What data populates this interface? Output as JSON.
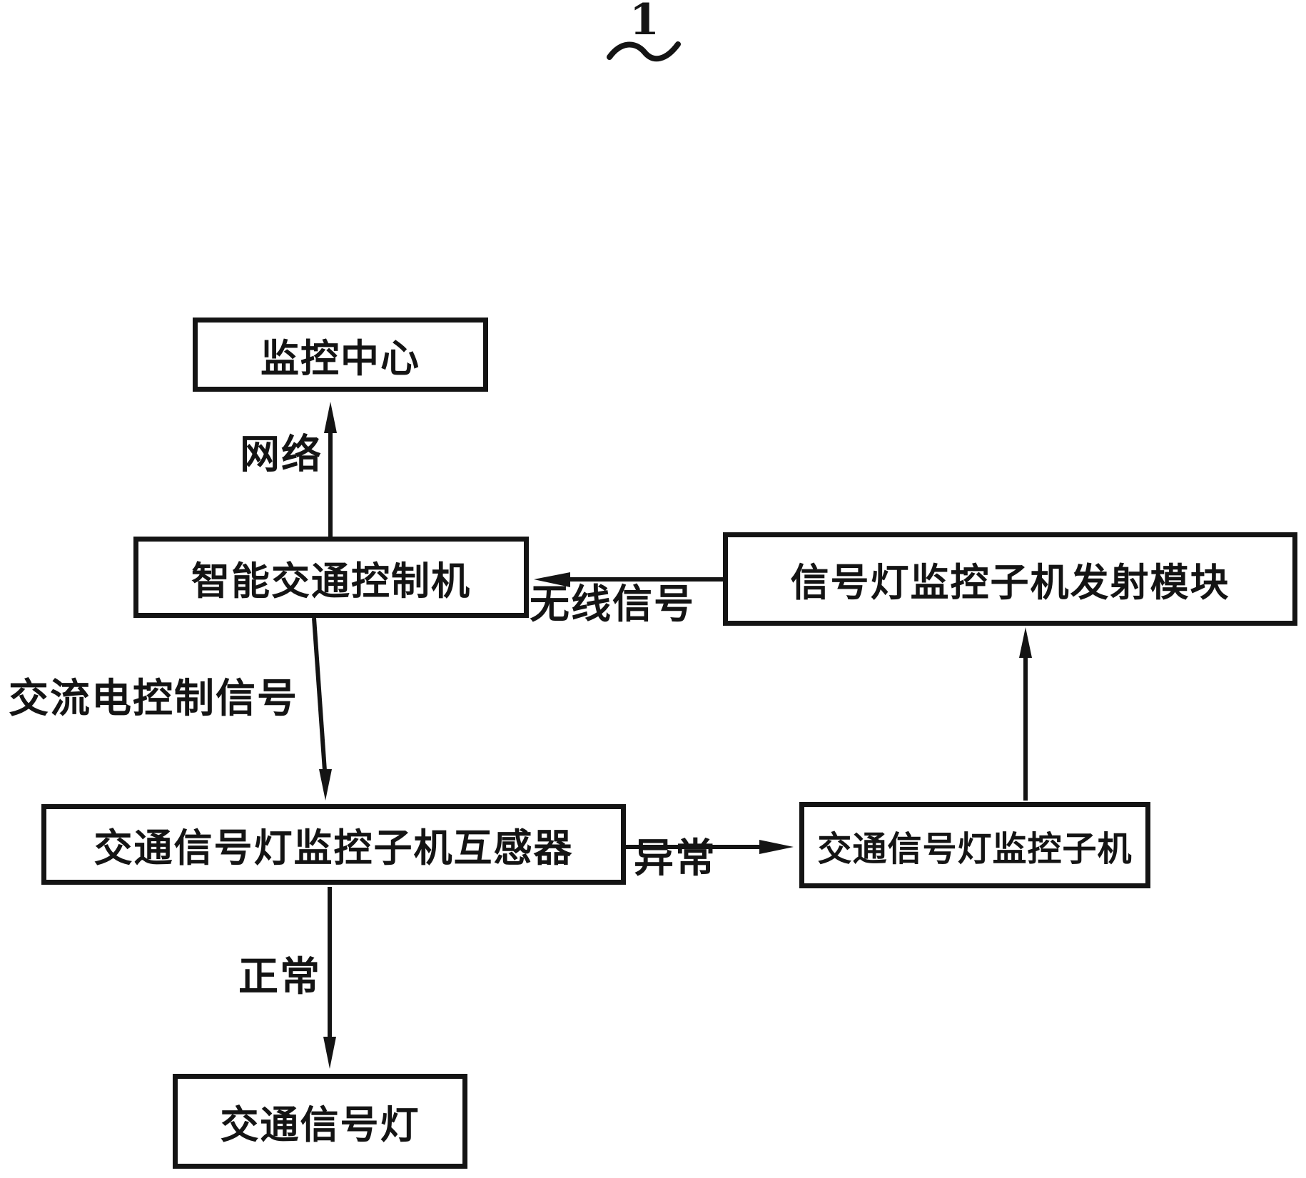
{
  "figure": {
    "number": "1"
  },
  "colors": {
    "ink": "#141414",
    "background": "#ffffff"
  },
  "nodes": [
    {
      "id": "monitoring-center",
      "label": "监控中心"
    },
    {
      "id": "intelligent-traffic-controller",
      "label": "智能交通控制机"
    },
    {
      "id": "signal-lamp-monitor-submachine-transmit-module",
      "label": "信号灯监控子机发射模块"
    },
    {
      "id": "traffic-signal-monitor-submachine-transformer",
      "label": "交通信号灯监控子机互感器"
    },
    {
      "id": "traffic-signal-monitor-submachine",
      "label": "交通信号灯监控子机"
    },
    {
      "id": "traffic-signal-lamp",
      "label": "交通信号灯"
    }
  ],
  "edges": [
    {
      "id": "network",
      "label": "网络",
      "from": "intelligent-traffic-controller",
      "to": "monitoring-center",
      "direction": "up"
    },
    {
      "id": "wireless-signal",
      "label": "无线信号",
      "from": "signal-lamp-monitor-submachine-transmit-module",
      "to": "intelligent-traffic-controller",
      "direction": "left"
    },
    {
      "id": "ac-control-signal",
      "label": "交流电控制信号",
      "from": "intelligent-traffic-controller",
      "to": "traffic-signal-monitor-submachine-transformer",
      "direction": "down"
    },
    {
      "id": "abnormal",
      "label": "异常",
      "from": "traffic-signal-monitor-submachine-transformer",
      "to": "traffic-signal-monitor-submachine",
      "direction": "right"
    },
    {
      "id": "submachine-to-transmit-module",
      "label": "",
      "from": "traffic-signal-monitor-submachine",
      "to": "signal-lamp-monitor-submachine-transmit-module",
      "direction": "up"
    },
    {
      "id": "normal",
      "label": "正常",
      "from": "traffic-signal-monitor-submachine-transformer",
      "to": "traffic-signal-lamp",
      "direction": "down"
    }
  ]
}
